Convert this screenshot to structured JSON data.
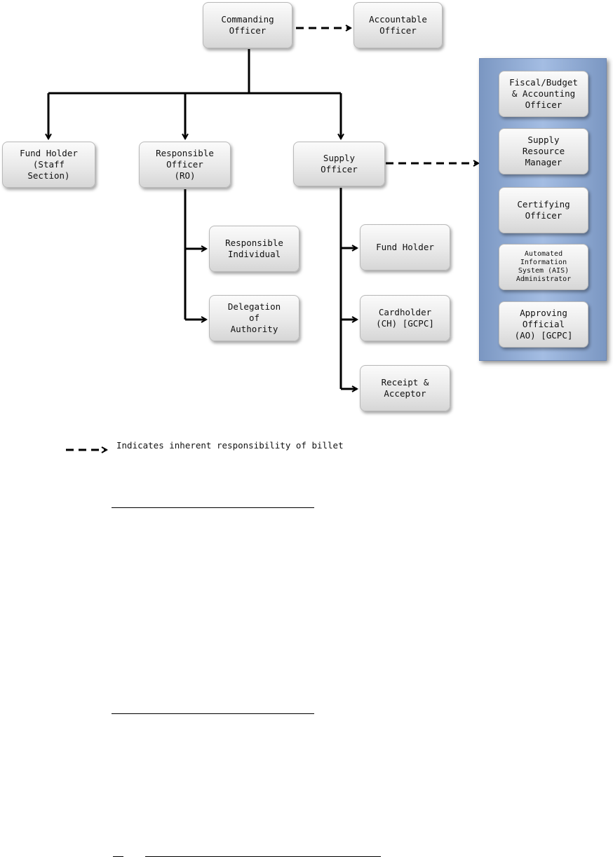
{
  "diagram": {
    "nodes": {
      "commanding_officer": "Commanding\nOfficer",
      "accountable_officer": "Accountable\nOfficer",
      "fund_holder_staff": "Fund Holder\n(Staff\nSection)",
      "responsible_officer": "Responsible\nOfficer\n(RO)",
      "supply_officer": "Supply\nOfficer",
      "responsible_individual": "Responsible\nIndividual",
      "delegation_of_authority": "Delegation\nof\nAuthority",
      "fund_holder": "Fund Holder",
      "cardholder": "Cardholder\n(CH) [GCPC]",
      "receipt_acceptor": "Receipt &\nAcceptor",
      "fiscal_budget": "Fiscal/Budget\n& Accounting\nOfficer",
      "supply_resource_manager": "Supply\nResource\nManager",
      "certifying_officer": "Certifying\nOfficer",
      "ais_administrator": "Automated\nInformation\nSystem (AIS)\nAdministrator",
      "approving_official": "Approving\nOfficial\n(AO) [GCPC]"
    },
    "legend": {
      "text": "Indicates inherent responsibility of billet"
    }
  }
}
